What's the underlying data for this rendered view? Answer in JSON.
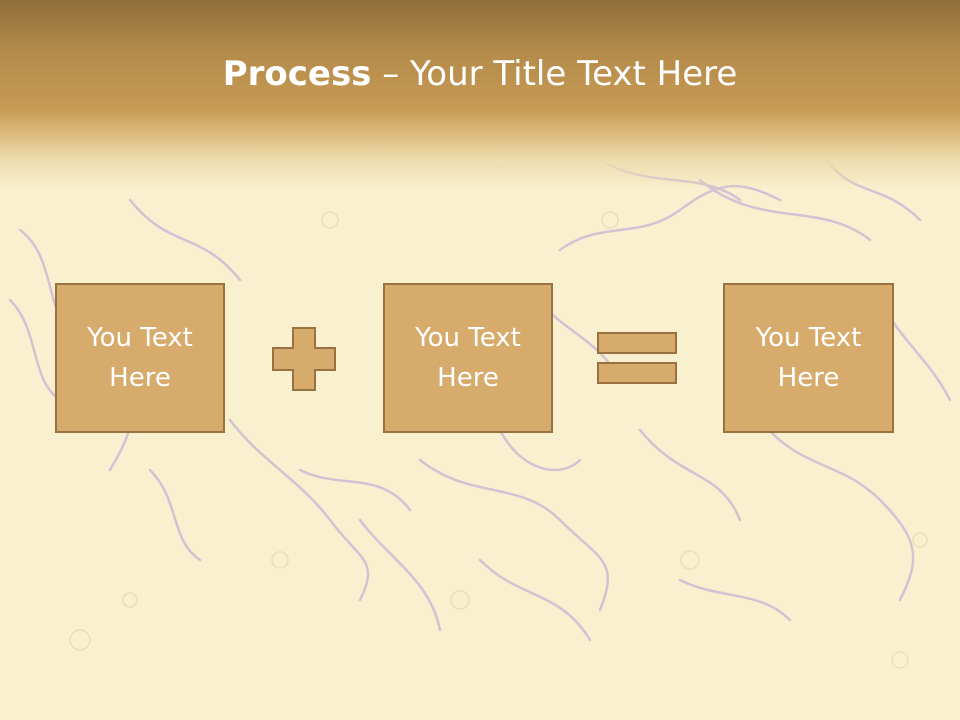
{
  "title": {
    "bold": "Process",
    "rest": " – Your Title Text Here"
  },
  "boxes": [
    {
      "label": "You Text\nHere"
    },
    {
      "label": "You Text\nHere"
    },
    {
      "label": "You Text\nHere"
    }
  ],
  "operators": [
    "plus-icon",
    "equals-icon"
  ],
  "colors": {
    "box_fill": "#d6ab6b",
    "box_border": "#9a7240",
    "header": "#c89b55",
    "background": "#f9f0cf",
    "text": "#ffffff"
  }
}
